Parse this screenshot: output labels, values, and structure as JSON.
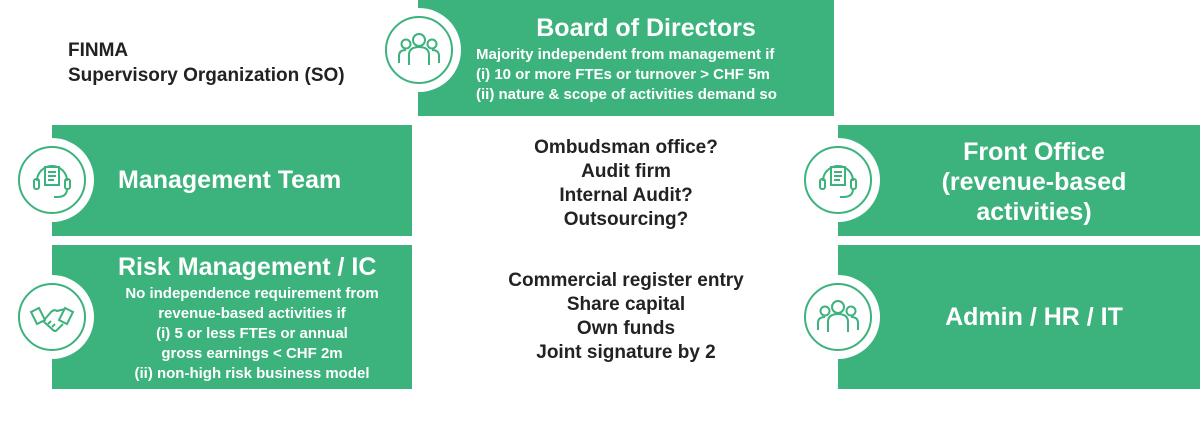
{
  "header": {
    "line1": "FINMA",
    "line2": "Supervisory Organization (SO)"
  },
  "board": {
    "title": "Board of Directors",
    "lines": [
      "Majority independent from management if",
      "(i)   10 or more FTEs or turnover > CHF 5m",
      "(ii)  nature & scope of activities demand so"
    ],
    "icon": "people-group-icon"
  },
  "management": {
    "title": "Management Team",
    "icon": "headset-document-icon"
  },
  "front_office": {
    "lines": [
      "Front Office",
      "(revenue-based",
      "activities)"
    ],
    "icon": "headset-document-icon"
  },
  "risk": {
    "title": "Risk Management / IC",
    "lines": [
      "No independence requirement from",
      "revenue-based activities if",
      "(i)   5 or less FTEs or annual",
      "gross earnings < CHF 2m",
      "(ii) non-high risk business model"
    ],
    "icon": "handshake-icon"
  },
  "admin": {
    "title": "Admin / HR / IT",
    "icon": "people-group-icon"
  },
  "middle_top": [
    "Ombudsman office?",
    "Audit firm",
    "Internal Audit?",
    "Outsourcing?"
  ],
  "middle_bottom": [
    "Commercial register entry",
    "Share capital",
    "Own funds",
    "Joint signature by 2"
  ],
  "colors": {
    "accent": "#3cb27c",
    "text": "#222222"
  }
}
